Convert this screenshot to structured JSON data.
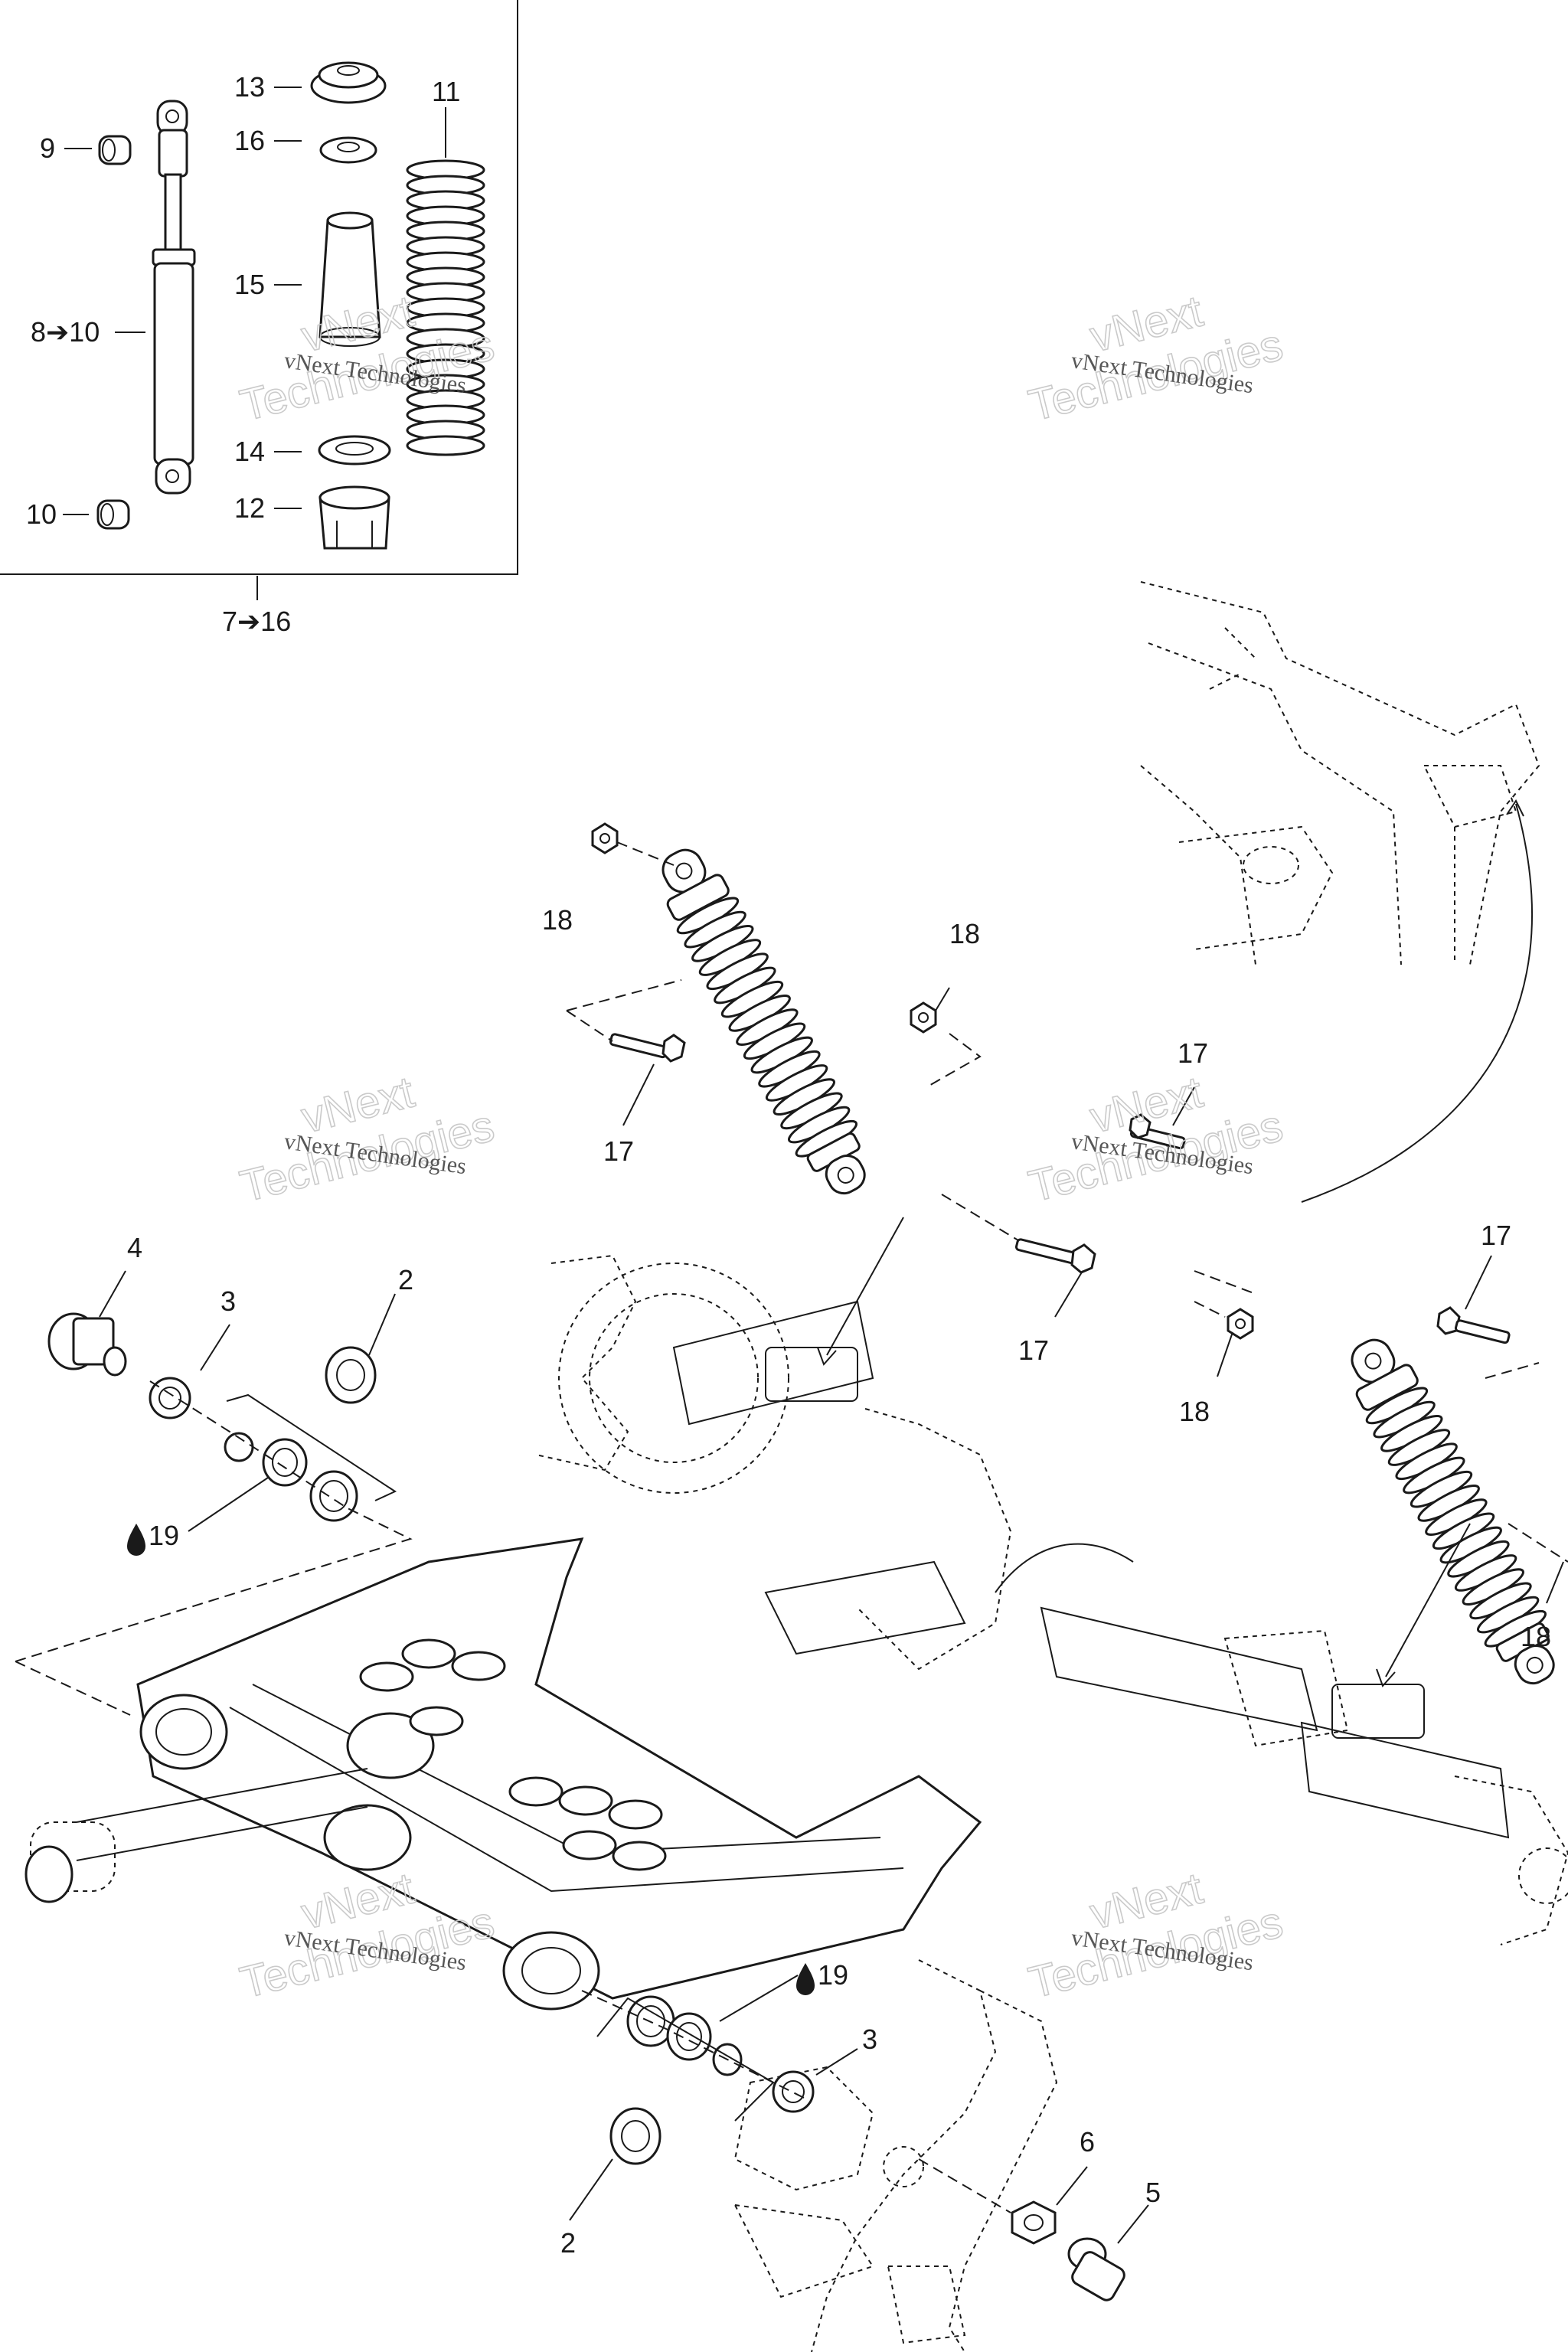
{
  "callouts": {
    "c9": "9",
    "c13": "13",
    "c16": "16",
    "c11": "11",
    "c8_10": "8➔10",
    "c15": "15",
    "c14": "14",
    "c12": "12",
    "c10": "10",
    "c7_16": "7➔16",
    "c18a": "18",
    "c18b": "18",
    "c17a": "17",
    "c17b": "17",
    "c17c": "17",
    "c17d": "17",
    "c18c": "18",
    "c18d": "18",
    "c4": "4",
    "c3a": "3",
    "c2a": "2",
    "c19a": "19",
    "c19b": "19",
    "c3b": "3",
    "c2b": "2",
    "c6": "6",
    "c5": "5"
  },
  "watermark": {
    "line1": "vNext Technologies",
    "outline_top": "vNext",
    "outline_bottom": "Technologies"
  },
  "icons": {
    "lubricant": "oil-drop-icon"
  }
}
